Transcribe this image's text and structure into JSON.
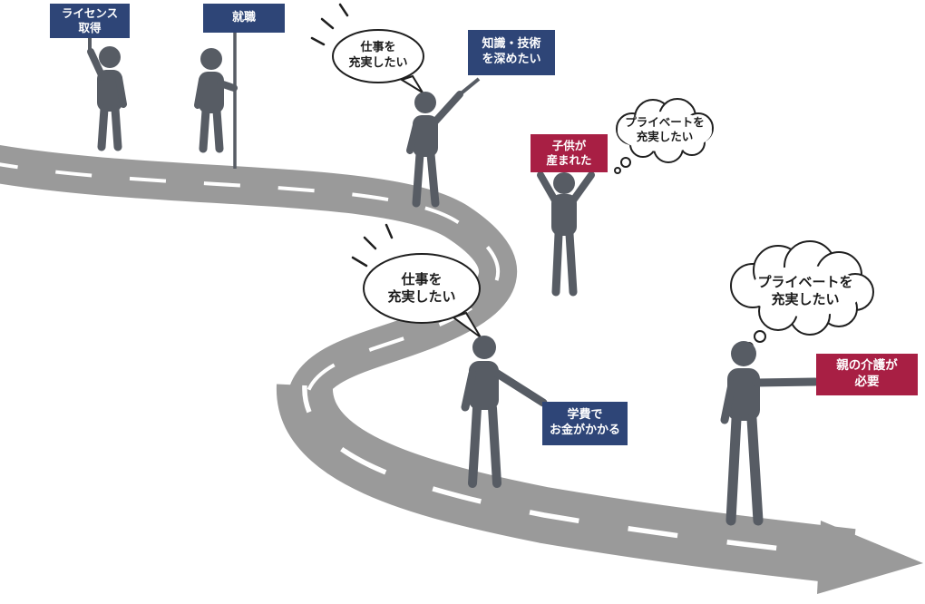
{
  "colors": {
    "sign_blue": "#2e4577",
    "sign_red": "#a81f44",
    "person_gray": "#575c64",
    "road_gray": "#9a9a9a",
    "bubble_outline": "#1f1f1f"
  },
  "signs": [
    {
      "label": "ライセンス\n取得",
      "color": "blue"
    },
    {
      "label": "就職",
      "color": "blue"
    },
    {
      "label": "知識・技術\nを深めたい",
      "color": "blue"
    },
    {
      "label": "子供が\n産まれた",
      "color": "red"
    },
    {
      "label": "学費で\nお金がかかる",
      "color": "blue"
    },
    {
      "label": "親の介護が\n必要",
      "color": "red"
    }
  ],
  "bubbles": [
    {
      "label": "仕事を\n充実したい",
      "kind": "speech"
    },
    {
      "label": "プライベートを\n充実したい",
      "kind": "thought"
    },
    {
      "label": "仕事を\n充実したい",
      "kind": "speech"
    },
    {
      "label": "プライベートを\n充実したい",
      "kind": "thought"
    }
  ]
}
